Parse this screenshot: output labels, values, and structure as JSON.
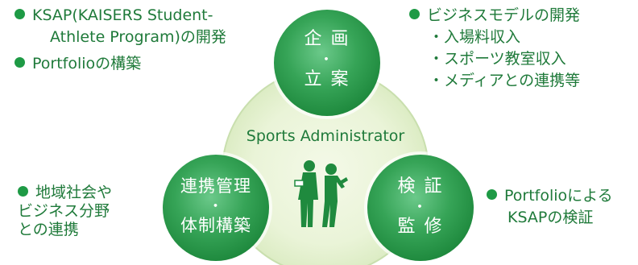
{
  "center_title": "Sports Administrator",
  "nodes": {
    "top": {
      "line1": "企 画",
      "dot": "・",
      "line2": "立 案"
    },
    "left": {
      "line1": "連携管理",
      "dot": "・",
      "line2": "体制構築"
    },
    "right": {
      "line1": "検 証",
      "dot": "・",
      "line2": "監 修"
    }
  },
  "notes": {
    "top_left": {
      "item1_line1": "KSAP(KAISERS  Student-",
      "item1_line2": "Athlete  Program)の開発",
      "item2": "Portfolioの構築"
    },
    "top_right": {
      "title": "ビジネスモデルの開発",
      "sub1": "・入場料収入",
      "sub2": "・スポーツ教室収入",
      "sub3": "・メディアとの連携等"
    },
    "bottom_left": {
      "line1": "地域社会や",
      "line2": "ビジネス分野",
      "line3": "との連携"
    },
    "bottom_right": {
      "line1": "Portfolioによる",
      "line2": "KSAPの検証"
    }
  },
  "colors": {
    "node_fill": "#2f9a4f",
    "node_light": "#5cc07a",
    "text_green": "#1f7a3a",
    "bullet": "#1e9a45",
    "halo": "#eef6dd"
  },
  "icons": [
    "business-people-icon"
  ]
}
